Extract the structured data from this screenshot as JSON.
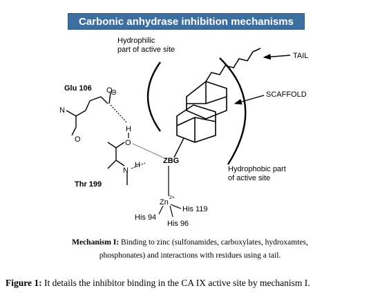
{
  "banner": {
    "title": "Carbonic anhydrase inhibition mechanisms"
  },
  "labels": {
    "hydrophilic_line1": "Hydrophilic",
    "hydrophilic_line2": "part of active site",
    "tail": "TAIL",
    "scaffold": "SCAFFOLD",
    "glu": "Glu 106",
    "thr": "Thr 199",
    "zbg": "ZBG",
    "hydrophobic_line1": "Hydrophobic part",
    "hydrophobic_line2": "of active site",
    "zn": "Zn",
    "zn_charge": "2+",
    "his119": "His 119",
    "his94": "His 94",
    "his96": "His 96",
    "atom_n1": "N",
    "atom_o1": "O",
    "atom_o2": "O",
    "atom_o3": "O",
    "atom_h1": "H",
    "atom_h2": "H",
    "atom_n2": "N",
    "charge_minus": "⊖"
  },
  "caption": {
    "mechanism_label": "Mechanism I:",
    "mechanism_text_1": " Binding to zinc (sulfonamides, carboxylates, hydroxamtes,",
    "mechanism_text_2": "phosphonates) and interactions with residues using a tail.",
    "figure_label": "Figure 1:",
    "figure_text": " It details the inhibitor binding in the CA IX active site by mechanism I."
  },
  "colors": {
    "banner_bg": "#3c6fa0",
    "banner_text": "#ffffff",
    "line": "#000000",
    "dashed": "#888888"
  }
}
